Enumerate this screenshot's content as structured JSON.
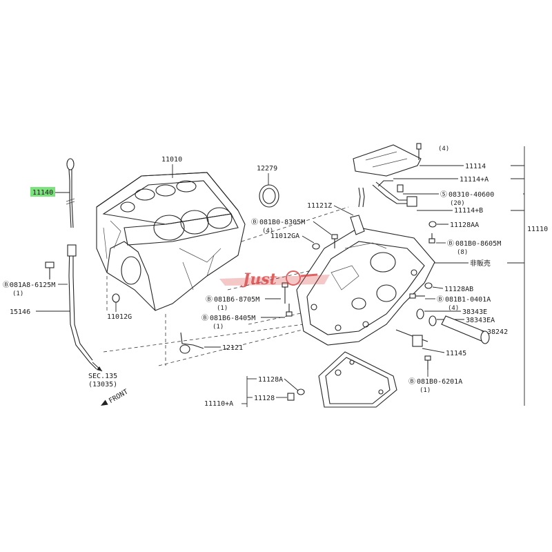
{
  "labels": {
    "dipstick": "11140",
    "cylinder_block": "11010",
    "oil_seal": "12279",
    "baffle": "11114",
    "baffle_a": "11114+A",
    "bolt_08310": "08310-40600",
    "bolt_08310_qty": "(20)",
    "baffle_b": "11114+B",
    "washer_11128aa": "11128AA",
    "bolt_8605m": "081B0-8605M",
    "bolt_8605m_qty": "(8)",
    "not_for_sale": "非販売",
    "washer_11128ab": "11128AB",
    "bolt_0401a": "081B1-0401A",
    "bolt_0401a_qty": "(4)",
    "oring_38343e": "38343E",
    "oring_38343ea": "38343EA",
    "tube_38242": "38242",
    "gasket_11121z": "11121Z",
    "bolt_8305m": "081B0-8305M",
    "bolt_8305m_qty": "(4)",
    "plug_11012ga": "11012GA",
    "bolt_6125m": "081A8-6125M",
    "bolt_6125m_qty": "(1)",
    "bolt_8705m": "081B6-8705M",
    "bolt_8705m_qty": "(1)",
    "bolt_8405m": "081B6-8405M",
    "bolt_8405m_qty": "(1)",
    "plug_11012g": "11012G",
    "guide_15146": "15146",
    "sensor_12121": "12121",
    "bracket_11145": "11145",
    "sec_ref": "SEC.135",
    "sec_ref_sub": "(13035)",
    "front": "FRONT",
    "washer_11128a": "11128A",
    "oilpan_11110a": "11110+A",
    "plug_11128": "11128",
    "bolt_6201a": "081B0-6201A",
    "bolt_6201a_qty": "(1)",
    "assembly_11110": "11110",
    "top_qty": "(4)",
    "bolt_circle": "B"
  },
  "watermark": "Just",
  "colors": {
    "highlight": "#7be37b",
    "watermark": "#d93a3a",
    "line": "#222222"
  }
}
